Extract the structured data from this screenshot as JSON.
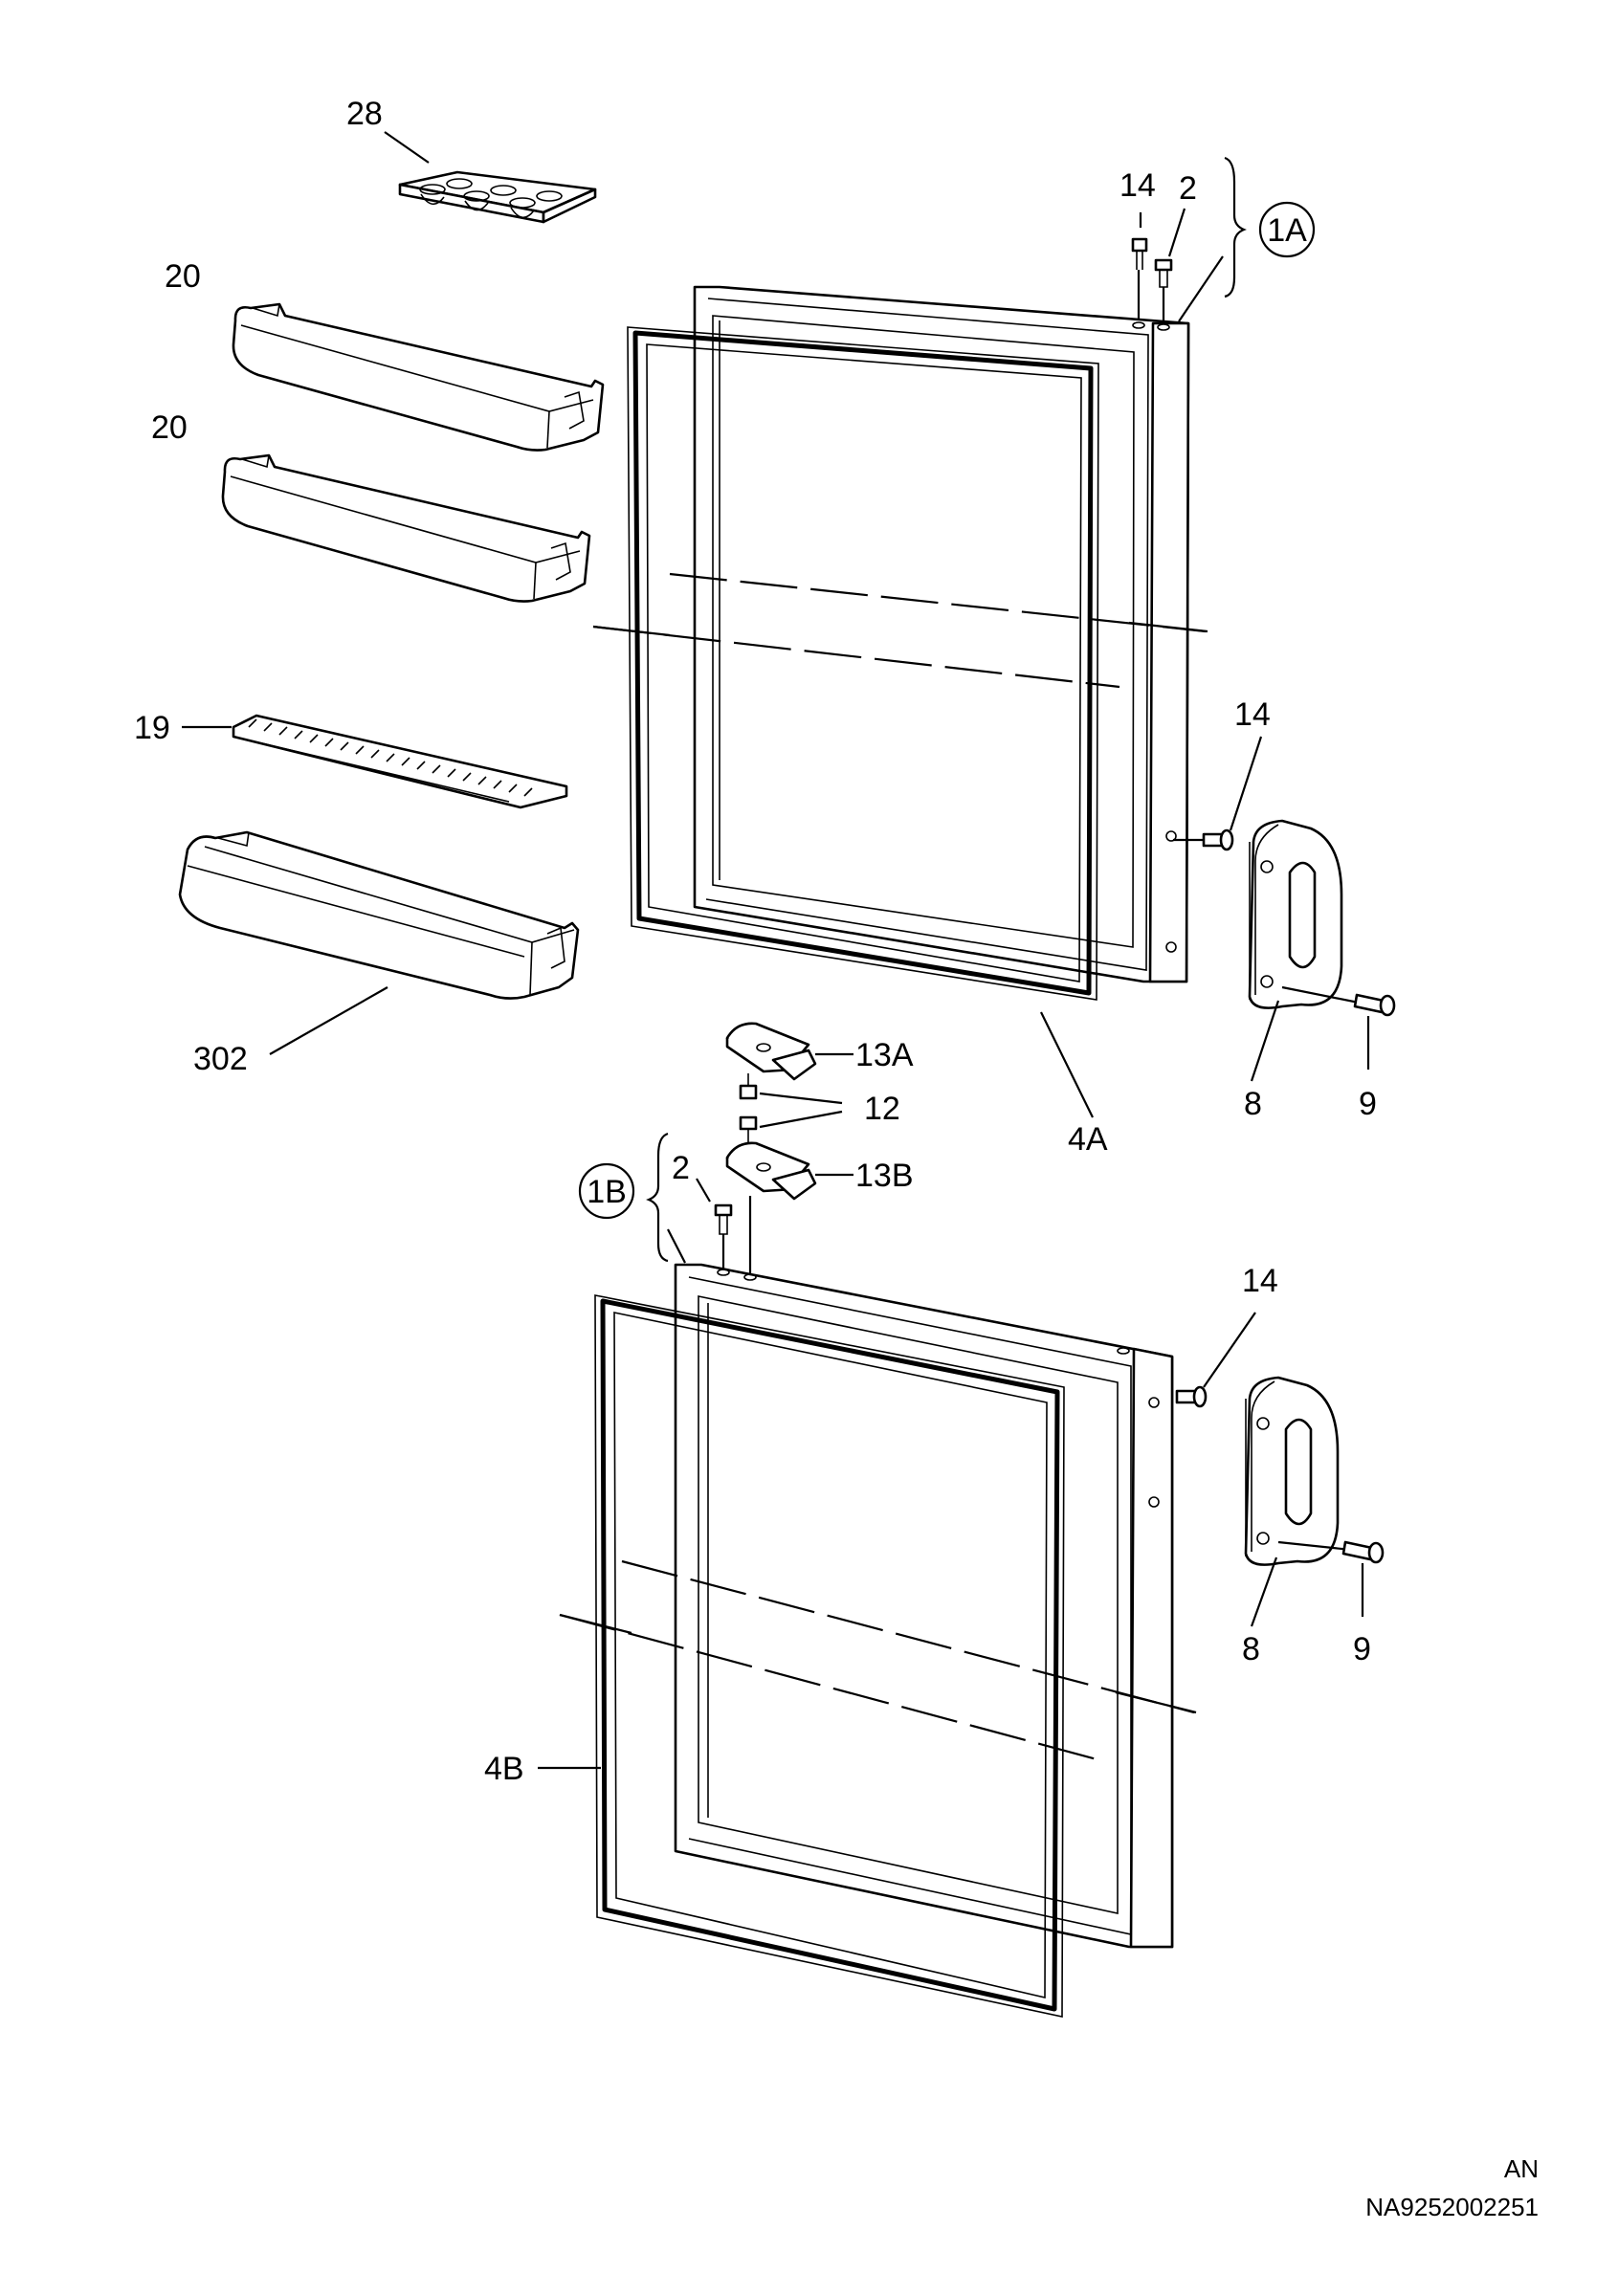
{
  "labels": {
    "l28": "28",
    "l20a": "20",
    "l20b": "20",
    "l19": "19",
    "l302": "302",
    "l14a": "14",
    "l2a": "2",
    "l1A": "1A",
    "l14b": "14",
    "l8a": "8",
    "l9a": "9",
    "l4A": "4A",
    "l13A": "13A",
    "l12": "12",
    "l13B": "13B",
    "l2b": "2",
    "l1B": "1B",
    "l14c": "14",
    "l8b": "8",
    "l9b": "9",
    "l4B": "4B"
  },
  "footer": {
    "code": "AN",
    "part_number": "NA9252002251"
  }
}
